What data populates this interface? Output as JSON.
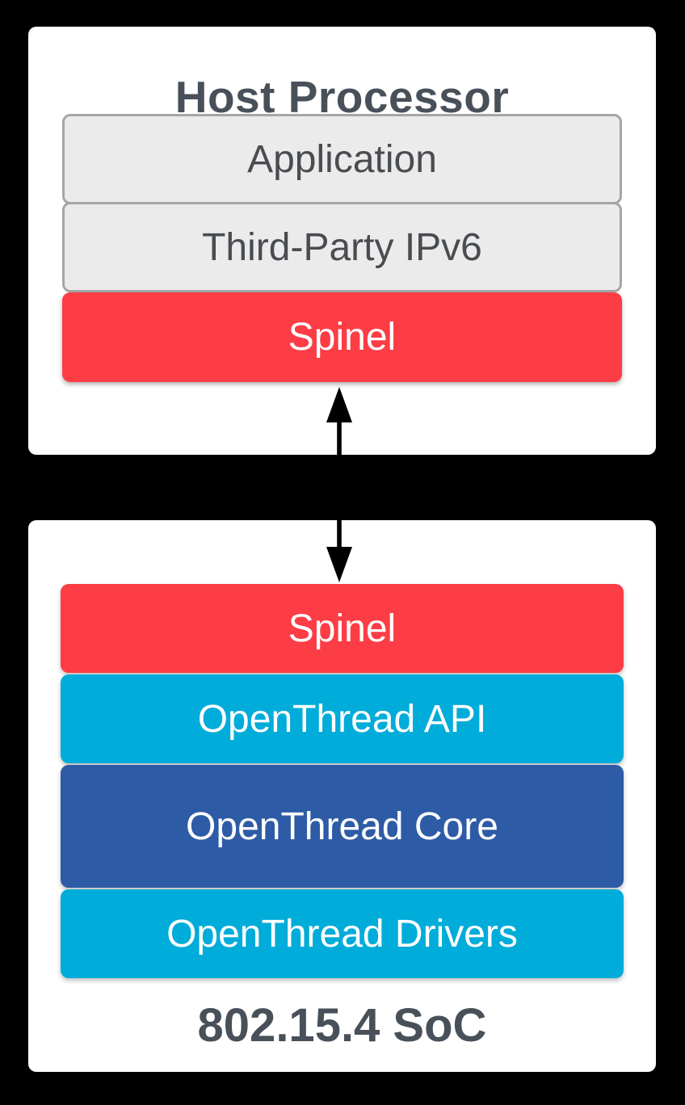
{
  "colors": {
    "background": "#000000",
    "card": "#FFFFFF",
    "layer_gray_bg": "#EBEBEB",
    "layer_gray_border": "#A6A6A6",
    "spinel_red": "#FC3D45",
    "openthread_cyan": "#00ACD9",
    "openthread_core_blue": "#2E5BA6",
    "heading_text": "#485059",
    "gray_layer_text": "#494C50",
    "light_layer_text": "#FFFFFF",
    "arrow": "#000000"
  },
  "host_card": {
    "title": "Host Processor",
    "layers": [
      {
        "label": "Application",
        "style": "gray"
      },
      {
        "label": "Third-Party IPv6",
        "style": "gray"
      },
      {
        "label": "Spinel",
        "style": "red"
      }
    ]
  },
  "connector": {
    "type": "double-headed-vertical-arrow"
  },
  "soc_card": {
    "layers": [
      {
        "label": "Spinel",
        "style": "red"
      },
      {
        "label": "OpenThread API",
        "style": "cyan"
      },
      {
        "label": "OpenThread Core",
        "style": "blue"
      },
      {
        "label": "OpenThread Drivers",
        "style": "cyan"
      }
    ],
    "caption": "802.15.4 SoC"
  }
}
